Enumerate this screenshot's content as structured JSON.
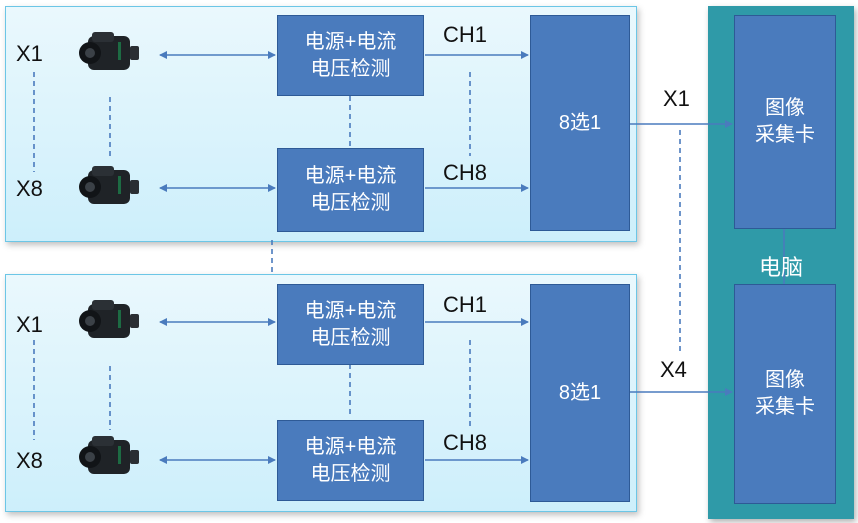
{
  "groups": [
    {
      "cams": {
        "top": "X1",
        "bottom": "X8"
      },
      "detect_top": "电源+电流\n电压检测",
      "detect_bottom": "电源+电流\n电压检测",
      "ch_top": "CH1",
      "ch_bottom": "CH8",
      "mux": "8选1",
      "out": "X1"
    },
    {
      "cams": {
        "top": "X1",
        "bottom": "X8"
      },
      "detect_top": "电源+电流\n电压检测",
      "detect_bottom": "电源+电流\n电压检测",
      "ch_top": "CH1",
      "ch_bottom": "CH8",
      "mux": "8选1",
      "out": "X4"
    }
  ],
  "computer": {
    "label": "电脑",
    "card_top": "图像\n采集卡",
    "card_bottom": "图像\n采集卡"
  },
  "colors": {
    "block": "#4a7bbd",
    "computer": "#2f9aa8",
    "panel": "#dff4fb",
    "line": "#4a7bbd"
  },
  "icons": [
    "camera-icon"
  ]
}
